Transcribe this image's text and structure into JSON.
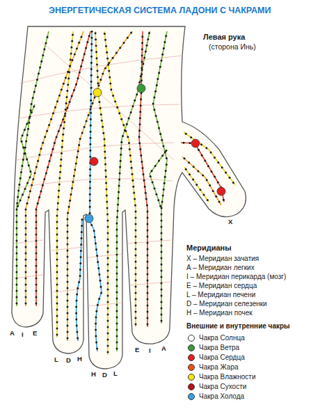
{
  "diagram": {
    "title": "ЭНЕРГЕТИЧЕСКАЯ СИСТЕМА ЛАДОНИ С ЧАКРАМИ",
    "labels": [
      "Левая рука",
      "(сторона Инь)",
      "A",
      "I",
      "E",
      "L",
      "D",
      "H",
      "H",
      "D",
      "L",
      "E",
      "I",
      "A",
      "X",
      "Меридианы",
      "Внешние и внутренние чакры"
    ],
    "legend": [
      {
        "text": "X – Меридиан зачатия"
      },
      {
        "text": "A – Меридиан легких"
      },
      {
        "text": "I – Меридиан перикарда (мозг)"
      },
      {
        "text": "E – Меридиан сердца"
      },
      {
        "text": "L – Меридиан печени"
      },
      {
        "text": "D – Меридиан селезенки"
      },
      {
        "text": "H – Меридиан почек"
      },
      {
        "text": "Чакра Солнца",
        "color": "#ffffff"
      },
      {
        "text": "Чакра Ветра",
        "color": "#3a9a3a"
      },
      {
        "text": "Чакра Сердца",
        "color": "#e02020"
      },
      {
        "text": "Чакра Жара",
        "color": "#e8501e"
      },
      {
        "text": "Чакра Влажности",
        "color": "#f5e21a"
      },
      {
        "text": "Чакра Сухости",
        "color": "#b0141c"
      },
      {
        "text": "Чакра Холода",
        "color": "#3aa0e0"
      }
    ]
  }
}
